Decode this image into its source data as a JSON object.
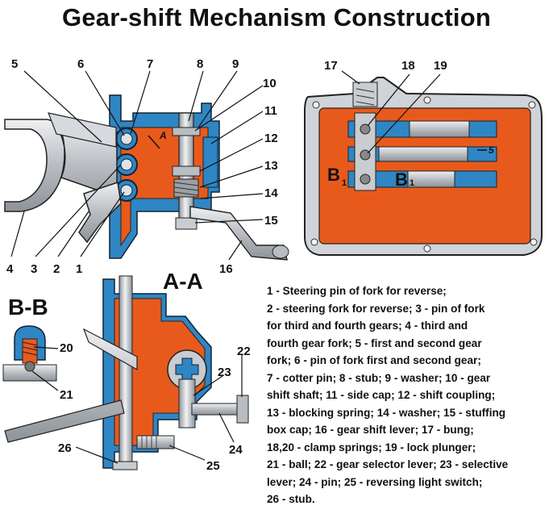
{
  "title": "Gear-shift Mechanism Construction",
  "section_labels": {
    "aa": "A-A",
    "bb": "B-B",
    "a_arrow": "A",
    "b_left": "B",
    "b_right": "B",
    "b_small_left": "1",
    "b_small_right": "1",
    "five_small": "5"
  },
  "callouts": {
    "n1": "1",
    "n2": "2",
    "n3": "3",
    "n4": "4",
    "n5": "5",
    "n6": "6",
    "n7": "7",
    "n8": "8",
    "n9": "9",
    "n10": "10",
    "n11": "11",
    "n12": "12",
    "n13": "13",
    "n14": "14",
    "n15": "15",
    "n16": "16",
    "n17": "17",
    "n18": "18",
    "n19": "19",
    "n20": "20",
    "n21": "21",
    "n22": "22",
    "n23": "23",
    "n24": "24",
    "n25": "25",
    "n26": "26"
  },
  "legend_lines": [
    "1 - Steering pin of fork for reverse;",
    "2 - steering fork for reverse; 3 - pin of fork",
    "for third and fourth gears; 4 - third and",
    "fourth gear fork; 5 - first and second gear",
    "fork; 6 - pin of fork first and second gear;",
    "7 - cotter pin; 8 - stub; 9 - washer; 10 - gear",
    "shift shaft; 11 - side cap; 12 - shift coupling;",
    "13 - blocking spring; 14 - washer; 15 - stuffing",
    "box cap; 16 -  gear shift lever; 17 - bung;",
    "18,20 - clamp springs; 19 - lock plunger;",
    "21 - ball; 22 - gear selector lever; 23 - selective",
    "lever; 24 - pin; 25 - reversing light switch;",
    "26 - stub."
  ],
  "colors": {
    "housing": "#e85a1c",
    "blue": "#2f86c4",
    "steel": "#c9ccd0",
    "dark": "#2a2a2a"
  }
}
